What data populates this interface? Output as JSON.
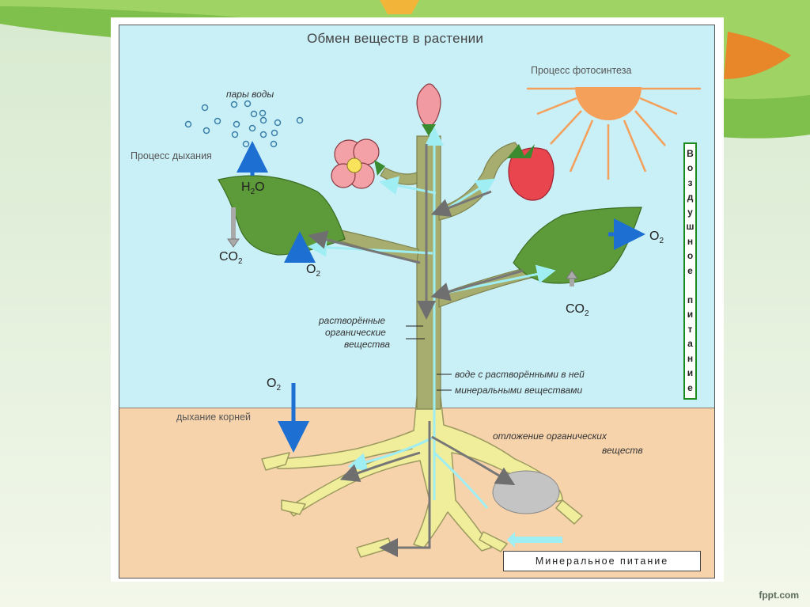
{
  "diagram": {
    "title": "Обмен веществ в растении",
    "photosynthesis_label": "Процесс фотосинтеза",
    "respiration_label": "Процесс дыхания",
    "water_vapor_label": "пары воды",
    "h2o": {
      "base": "H",
      "sub": "2",
      "rest": "O"
    },
    "co2_left": {
      "base": "CO",
      "sub": "2"
    },
    "o2_left": {
      "base": "O",
      "sub": "2"
    },
    "o2_right": {
      "base": "O",
      "sub": "2"
    },
    "co2_right": {
      "base": "CO",
      "sub": "2"
    },
    "o2_roots": {
      "base": "O",
      "sub": "2"
    },
    "organic_label_1": "растворённые",
    "organic_label_2": "органические",
    "organic_label_3": "вещества",
    "water_label_1": "воде с растворёнными в ней",
    "water_label_2": "минеральными веществами",
    "root_respiration_label": "дыхание корней",
    "deposit_label_1": "отложение органических",
    "deposit_label_2": "веществ",
    "air_nutrition_letters": [
      "В",
      "о",
      "з",
      "д",
      "у",
      "ш",
      "н",
      "о",
      "е",
      "",
      "п",
      "и",
      "т",
      "а",
      "н",
      "и",
      "е"
    ],
    "mineral_nutrition_label": "Минеральное питание"
  },
  "footer": {
    "brand": "fppt.com"
  },
  "colors": {
    "sky": "#c9eff7",
    "soil": "#f7d3ac",
    "stem": "#a7ad6e",
    "leaf": "#5d9a3a",
    "sun": "#f5a05a",
    "blue_arrow": "#1d6fd1",
    "light_blue_arrow": "#9eeef4",
    "grey_arrow": "#7a7a7a"
  }
}
